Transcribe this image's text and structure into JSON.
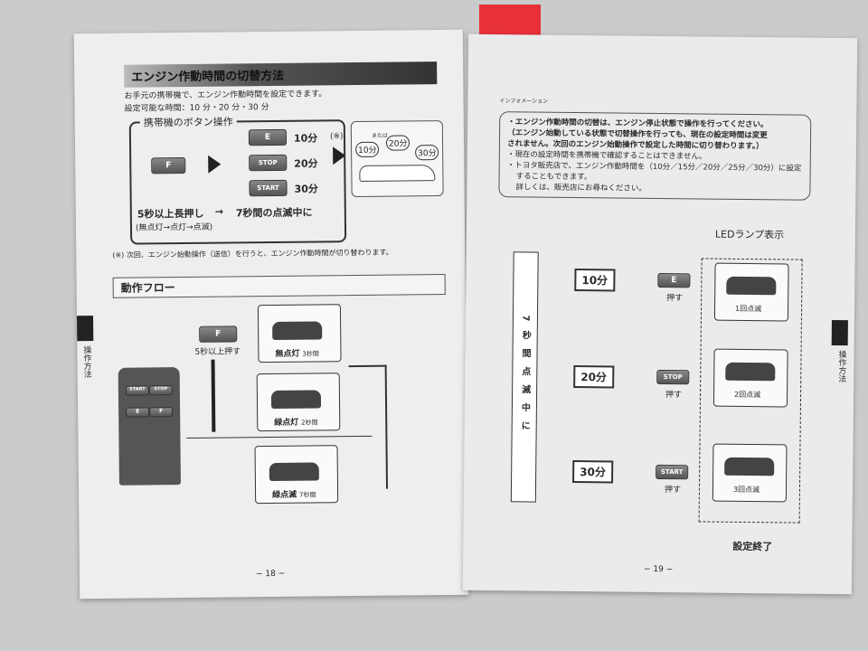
{
  "left_page": {
    "title": "エンジン作動時間の切替方法",
    "intro": "お手元の携帯機で、エンジン作動時間を設定できます。",
    "settable": "設定可能な時間：10 分・20 分・30 分",
    "button_box": {
      "label": "携帯機のボタン操作",
      "key_f": "F",
      "keys": [
        {
          "label": "E",
          "time": "10分"
        },
        {
          "label": "STOP",
          "time": "20分"
        },
        {
          "label": "START",
          "time": "30分"
        }
      ],
      "hold": "5秒以上長押し",
      "arrow": "→",
      "blink": "7秒間の点滅中に",
      "sequence": "(無点灯→点灯→点滅)"
    },
    "note_mark": "(※)",
    "car_bubbles": [
      "10分",
      "20分",
      "30分"
    ],
    "or": "または",
    "footnote": "(※) 次回、エンジン始動操作（送信）を行うと、エンジン作動時間が切り替わります。",
    "flow_title": "動作フロー",
    "remote_keys": [
      "START",
      "STOP",
      "E",
      "F"
    ],
    "press_f": "5秒以上押す",
    "states": [
      {
        "label": "無点灯",
        "dur": "3秒間"
      },
      {
        "label": "緑点灯",
        "dur": "2秒間"
      },
      {
        "label": "緑点滅",
        "dur": "7秒間"
      }
    ],
    "side_tab": "操作方法",
    "page_number": "− 18 −"
  },
  "right_page": {
    "info_label": "インフォメーション",
    "info": [
      "・エンジン作動時間の切替は、エンジン停止状態で操作を行ってください。",
      "（エンジン始動している状態で切替操作を行っても、現在の設定時間は変更",
      "されません。次回のエンジン始動操作で設定した時間に切り替わります。）",
      "・現在の設定時間を携帯機で確認することはできません。",
      "・トヨタ販売店で、エンジン作動時間を（10分／15分／20分／25分／30分）に設定",
      "することもできます。",
      "詳しくは、販売店にお尋ねください。"
    ],
    "vertical": "7秒間点滅中に",
    "led_title": "LEDランプ表示",
    "rows": [
      {
        "time": "10分",
        "key": "E",
        "press": "押す",
        "blink": "1回点滅"
      },
      {
        "time": "20分",
        "key": "STOP",
        "press": "押す",
        "blink": "2回点滅"
      },
      {
        "time": "30分",
        "key": "START",
        "press": "押す",
        "blink": "3回点滅"
      }
    ],
    "end": "設定終了",
    "side_tab": "操作方法",
    "page_number": "− 19 −"
  }
}
